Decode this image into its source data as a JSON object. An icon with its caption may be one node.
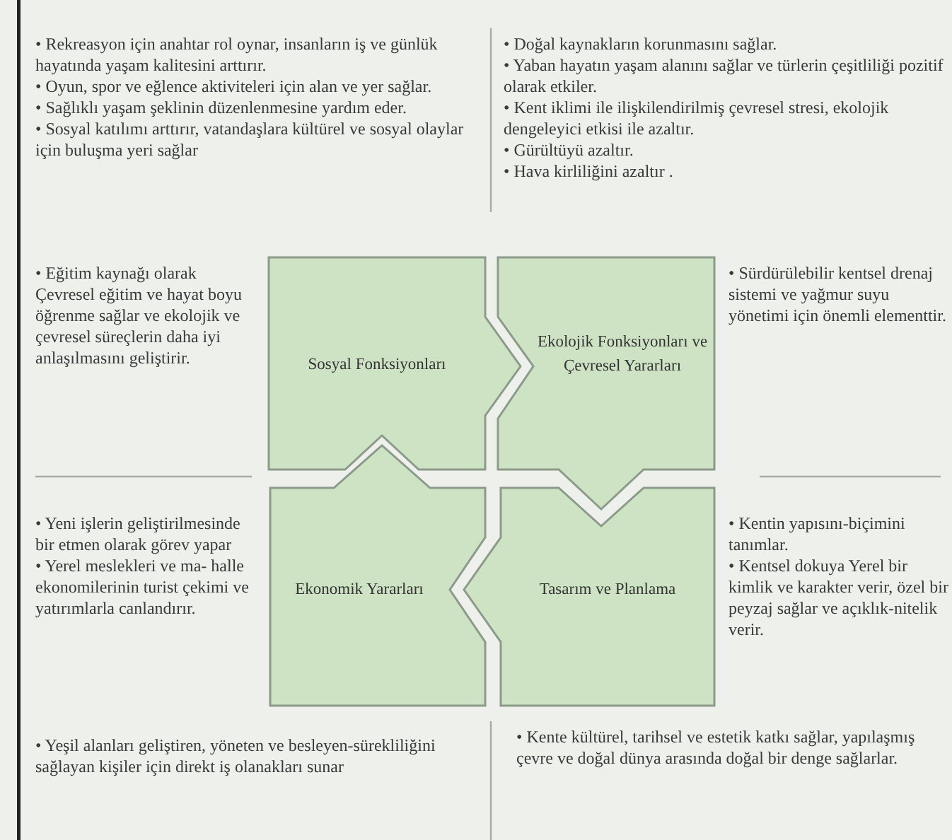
{
  "diagram": {
    "nodes": [
      {
        "text": [
          "Sosyal Fonksiyonları"
        ]
      },
      {
        "text": [
          "Ekolojik Fonksiyonları ve Çevresel Yararları"
        ]
      },
      {
        "text": [
          "Ekonomik Yararları"
        ]
      },
      {
        "text": [
          "Tasarım ve Planlama"
        ]
      }
    ],
    "labels": [
      "• Rekreasyon için anahtar rol oynar, insanların iş ve günlük hayatında yaşam kalitesini arttırır.",
      "• Oyun, spor ve eğlence aktiviteleri için alan ve yer sağlar.",
      "• Sağlıklı yaşam şeklinin düzenlenmesine yardım eder.",
      "• Sosyal katılımı arttırır, vatandaşlara kültürel ve sosyal olaylar için buluşma yeri sağlar",
      "• Doğal kaynakların korunmasını sağlar.",
      "• Yaban hayatın yaşam alanını sağlar ve türlerin çeşitliliği pozitif olarak etkiler.",
      "• Kent iklimi ile ilişkilendirilmiş çevresel stresi, ekolojik dengeleyici etkisi ile azaltır.",
      "• Gürültüyü azaltır.",
      "• Hava kirliliğini azaltır .",
      "• Eğitim kaynağı olarak Çevresel eğitim ve hayat boyu öğrenme sağlar ve ekolojik ve çevresel süreçlerin daha iyi anlaşılmasını geliştirir.",
      "• Sürdürülebilir kentsel drenaj sistemi ve yağmur suyu yönetimi için önemli elementtir.",
      "• Yeni işlerin geliştirilmesinde bir etmen olarak görev yapar",
      "• Yerel meslekleri ve ma- halle ekonomilerinin turist çekimi ve yatırımlarla canlandırır.",
      "• Kentin yapısını-biçimini tanımlar.",
      "• Kentsel dokuya Yerel bir kimlik ve karakter verir, özel bir peyzaj sağlar ve açıklık-nitelik verir.",
      "• Yeşil alanları geliştiren, yöneten ve besleyen-sürekliliğini sağlayan kişiler için direkt iş olanakları sunar",
      "• Kente kültürel, tarihsel ve estetik katkı sağlar, yapılaşmış çevre ve doğal dünya arasında doğal bir denge sağlarlar."
    ]
  }
}
